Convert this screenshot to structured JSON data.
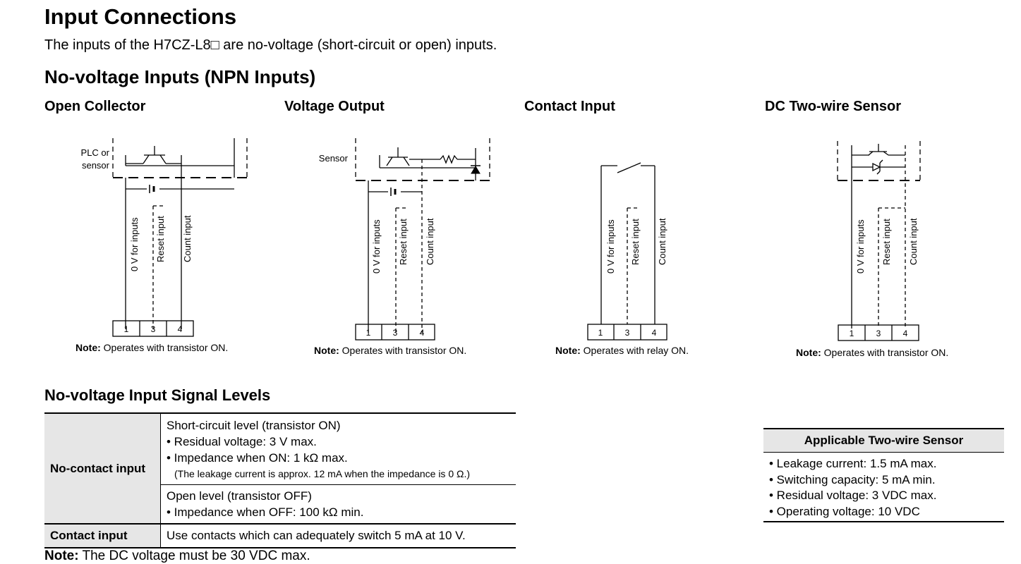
{
  "title": "Input Connections",
  "intro": "The inputs of the H7CZ-L8□ are no-voltage (short-circuit or open) inputs.",
  "section_inputs": "No-voltage Inputs (NPN Inputs)",
  "diagrams": [
    {
      "title": "Open Collector",
      "source_label_1": "PLC or",
      "source_label_2": "sensor",
      "note_bold": "Note:",
      "note_text": " Operates with transistor ON."
    },
    {
      "title": "Voltage Output",
      "source_label_1": "Sensor",
      "note_bold": "Note:",
      "note_text": " Operates with transistor ON."
    },
    {
      "title": "Contact Input",
      "note_bold": "Note:",
      "note_text": " Operates with relay ON."
    },
    {
      "title": "DC Two-wire Sensor",
      "note_bold": "Note:",
      "note_text": " Operates with transistor ON."
    }
  ],
  "wire_labels": {
    "zero_v": "0 V for inputs",
    "reset": "Reset input",
    "count": "Count input"
  },
  "terminals": [
    "1",
    "3",
    "4"
  ],
  "section_levels": "No-voltage Input Signal Levels",
  "signal_table": {
    "no_contact_header": "No-contact input",
    "short_title": "Short-circuit level (transistor ON)",
    "short_item1": "• Residual voltage: 3 V max.",
    "short_item2": "• Impedance when ON: 1 kΩ max.",
    "short_note": "(The leakage current is approx. 12 mA when the impedance is 0 Ω.)",
    "open_title": "Open level (transistor OFF)",
    "open_item1": "• Impedance when OFF: 100 kΩ min.",
    "contact_header": "Contact input",
    "contact_text": "Use contacts which can adequately switch 5 mA at 10 V."
  },
  "bottom_note_bold": "Note:",
  "bottom_note_text": " The DC voltage must be 30 VDC max.",
  "two_wire": {
    "header": "Applicable Two-wire Sensor",
    "items": [
      "• Leakage current: 1.5 mA max.",
      "• Switching capacity: 5 mA min.",
      "• Residual voltage: 3 VDC max.",
      "• Operating voltage: 10 VDC"
    ]
  }
}
